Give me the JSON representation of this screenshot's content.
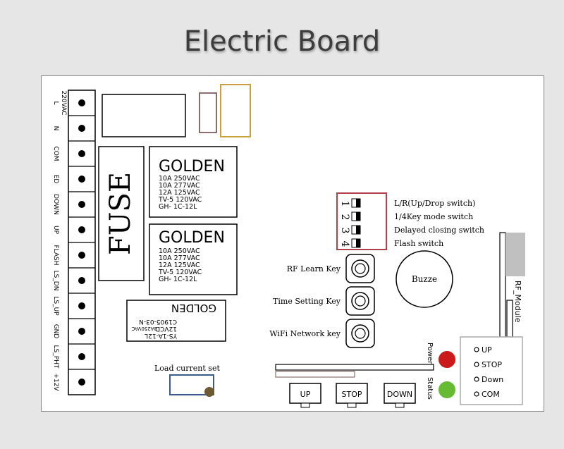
{
  "title": "Electric Board",
  "terminal_labels": [
    "L\n220VAC",
    "N",
    "COM",
    "ED",
    "DOWN",
    "UP",
    "FLASH",
    "LS_DN",
    "LS_UP",
    "GND",
    "LS_PHT",
    "+12V"
  ],
  "fuse_label": "FUSE",
  "relay1": {
    "brand": "GOLDEN",
    "lines": [
      "10A  250VAC",
      "10A  277VAC",
      "12A  125VAC",
      "TV-5  120VAC",
      "GH- 1C-12L"
    ]
  },
  "relay2": {
    "brand": "GOLDEN",
    "lines": [
      "10A  250VAC",
      "10A  277VAC",
      "12A  125VAC",
      "TV-5  120VAC",
      "GH- 1C-12L"
    ]
  },
  "relay3": {
    "brand": "GOLDEN",
    "lines": [
      "YS-1A-12L",
      "12VCD",
      "C1905-03-N"
    ],
    "side": "3A250VAC"
  },
  "dip_numbers": [
    "1",
    "2",
    "3",
    "4"
  ],
  "dip_labels": [
    "L/R(Up/Drop switch)",
    "1/4Key mode switch",
    "Delayed closing switch",
    "Flash switch"
  ],
  "keys": [
    "RF Learn Key",
    "Time Setting Key",
    "WiFi Network key"
  ],
  "buzzer": "Buzze",
  "rf_module": "RF_Module",
  "power_label": "Power",
  "status_label": "Status",
  "load_current": "Load current set",
  "bottom_buttons": [
    "UP",
    "STOP",
    "DOWN"
  ],
  "connector_labels": [
    "UP",
    "STOP",
    "Down",
    "COM"
  ],
  "colors": {
    "power_led": "#cc1a1a",
    "status_led": "#66bb33",
    "dip_frame": "#b0404a",
    "fuse_slot": "#8a6d6d",
    "gold_slot": "#c8a040",
    "pot": "#6e5a30",
    "pot_frame": "#3a5a8a"
  }
}
